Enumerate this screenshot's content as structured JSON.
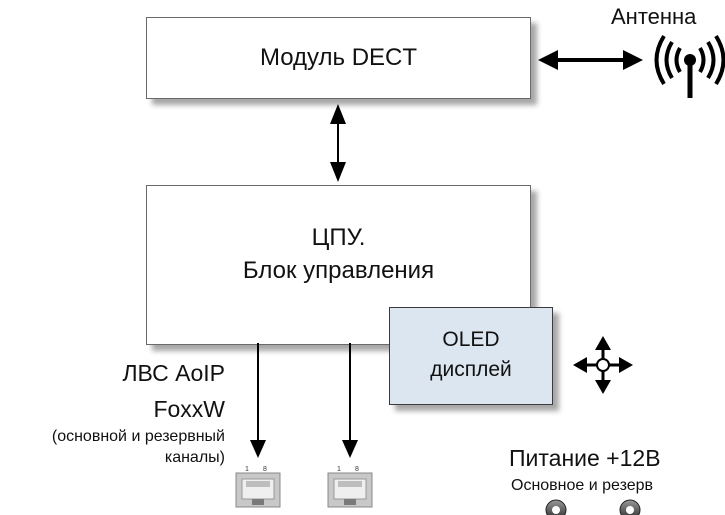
{
  "dect_module": {
    "label": "Модуль DECT"
  },
  "cpu": {
    "line1": "ЦПУ.",
    "line2": "Блок управления"
  },
  "oled": {
    "line1": "OLED",
    "line2": "дисплей"
  },
  "antenna": {
    "label": "Антенна",
    "icon": "antenna-icon"
  },
  "lan": {
    "line1": "ЛВС AoIP",
    "line2": "FoxxW",
    "line3": "(основной и резервный",
    "line4": "каналы)",
    "port_pin_first": "1",
    "port_pin_last": "8"
  },
  "power": {
    "title": "Питание +12В",
    "subtitle": "Основное и резерв"
  },
  "colors": {
    "oled_fill": "#dce6f1",
    "box_border": "#6a6a6a",
    "arrow": "#000000"
  }
}
